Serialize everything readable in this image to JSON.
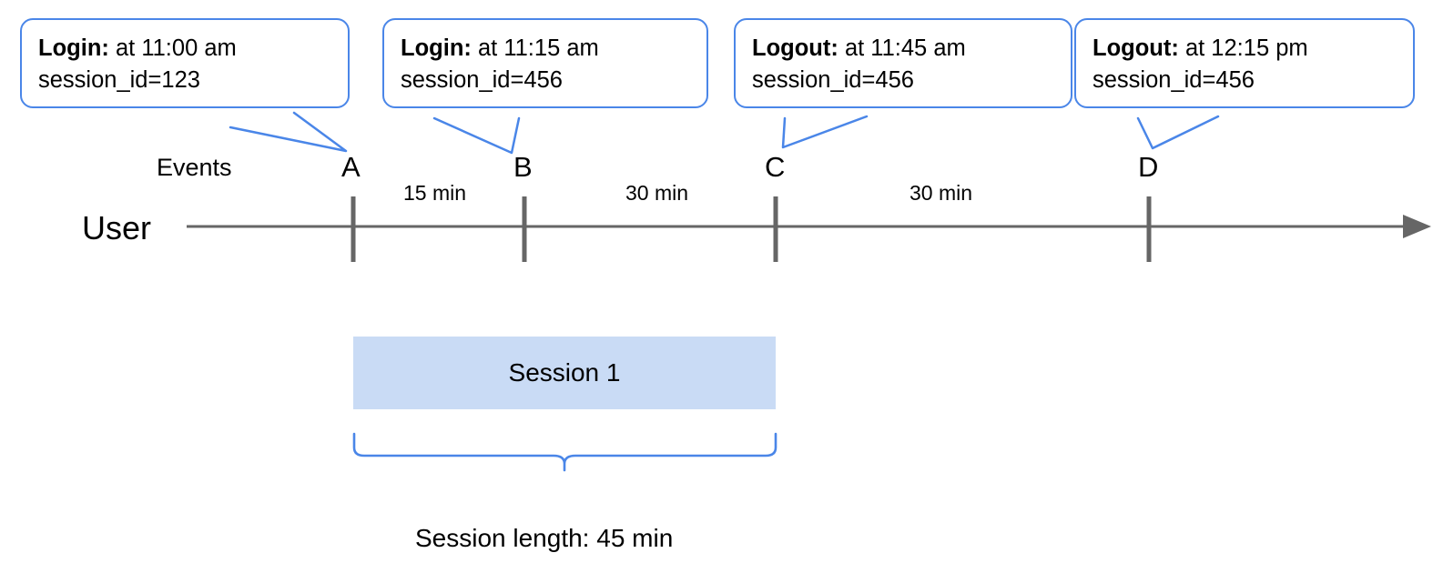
{
  "diagram": {
    "title_caption": "Session length: 45 min",
    "lane_labels": {
      "events": "Events",
      "user": "User"
    },
    "accent_color": "#4a86e8",
    "axis_color": "#666666",
    "session_fill": "#c9dbf5",
    "events": [
      {
        "marker": "A",
        "callout_bold": "Login:",
        "callout_rest": " at 11:00 am",
        "callout_line2": "session_id=123"
      },
      {
        "marker": "B",
        "callout_bold": "Login:",
        "callout_rest": " at 11:15 am",
        "callout_line2": "session_id=456"
      },
      {
        "marker": "C",
        "callout_bold": "Logout:",
        "callout_rest": " at 11:45 am",
        "callout_line2": "session_id=456"
      },
      {
        "marker": "D",
        "callout_bold": "Logout:",
        "callout_rest": " at 12:15 pm",
        "callout_line2": "session_id=456"
      }
    ],
    "durations": [
      {
        "label": "15 min",
        "from": "A",
        "to": "B"
      },
      {
        "label": "30 min",
        "from": "B",
        "to": "C"
      },
      {
        "label": "30 min",
        "from": "C",
        "to": "D"
      }
    ],
    "session": {
      "label": "Session 1",
      "span_from": "A",
      "span_to": "C",
      "length_label": "Session length: 45 min"
    }
  }
}
